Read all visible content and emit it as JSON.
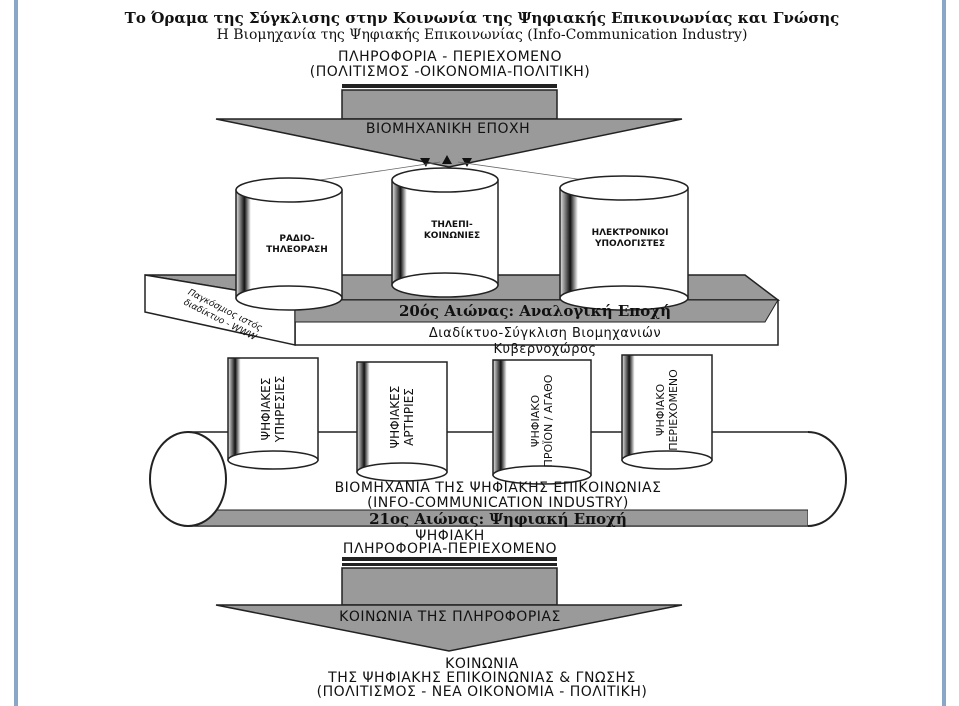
{
  "title": {
    "line1": "Το Όραμα της Σύγκλισης στην Κοινωνία της Ψηφιακής Επικοινωνίας και Γνώσης",
    "line2": "Η Βιομηχανία της Ψηφιακής Επικοινωνίας (Info-Communication Industry)"
  },
  "top_input": {
    "line1": "ΠΛΗΡΟΦΟΡΙΑ - ΠΕΡΙΕΧΟΜΕΝΟ",
    "line2": "(ΠΟΛΙΤΙΣΜΟΣ -ΟΙΚΟΝΟΜΙΑ-ΠΟΛΙΤΙΚΗ)"
  },
  "arrow1_label": "ΒΙΟΜΗΧΑΝΙΚΗ ΕΠΟΧΗ",
  "cylinders_top": [
    {
      "line1": "ΡΑΔΙΟ-",
      "line2": "ΤΗΛΕΟΡΑΣΗ"
    },
    {
      "line1": "ΤΗΛΕΠΙ-",
      "line2": "ΚΟΙΝΩΝΙΕΣ"
    },
    {
      "line1": "ΗΛΕΚΤΡΟΝΙΚΟΙ",
      "line2": "ΥΠΟΛΟΓΙΣΤΕΣ"
    }
  ],
  "platform": {
    "era_label": "20ός Αιώνας: Αναλογική Εποχή",
    "side_line1": "Παγκόσμιος ιστός",
    "side_line2": "διαδίκτυο - WWW",
    "front_line1": "Διαδίκτυο-Σύγκλιση Βιομηχανιών",
    "front_line2": "Κυβερνοχώρος"
  },
  "pillars": [
    {
      "line1": "ΨΗΦΙΑΚΕΣ",
      "line2": "ΥΠΗΡΕΣΙΕΣ"
    },
    {
      "line1": "ΨΗΦΙΑΚΕΣ",
      "line2": "ΑΡΤΗΡΙΕΣ"
    },
    {
      "line1": "ΨΗΦΙΑΚΟ",
      "line2": "ΠΡΟΪΟΝ / ΑΓΑΘΟ"
    },
    {
      "line1": "ΨΗΦΙΑΚΟ",
      "line2": "ΠΕΡΙΕΧΟΜΕΝΟ"
    }
  ],
  "base": {
    "line1": "ΒΙΟΜΗΧΑΝΙΑ ΤΗΣ ΨΗΦΙΑΚΗΣ ΕΠΙΚΟΙΝΩΝΙΑΣ",
    "line2": "(INFO-COMMUNICATION INDUSTRY)",
    "era_label": "21ος Αιώνας: Ψηφιακή Εποχή"
  },
  "output_info": {
    "line1": "ΨΗΦΙΑΚΗ",
    "line2": "ΠΛΗΡΟΦΟΡΙΑ-ΠΕΡΙΕΧΟΜΕΝΟ"
  },
  "arrow2_label": "ΚΟΙΝΩΝΙΑ ΤΗΣ ΠΛΗΡΟΦΟΡΙΑΣ",
  "bottom": {
    "line1": "ΚΟΙΝΩΝΙΑ",
    "line2": "ΤΗΣ ΨΗΦΙΑΚΗΣ ΕΠΙΚΟΙΝΩΝΙΑΣ & ΓΝΩΣΗΣ",
    "line3": "(ΠΟΛΙΤΙΣΜΟΣ - ΝΕΑ ΟΙΚΟΝΟΜΙΑ - ΠΟΛΙΤΙΚΗ)"
  },
  "colors": {
    "frame": "#8aa6c8",
    "band_gray": "#9a9a9a",
    "light_gray": "#d9d9d9",
    "ink": "#111111"
  }
}
